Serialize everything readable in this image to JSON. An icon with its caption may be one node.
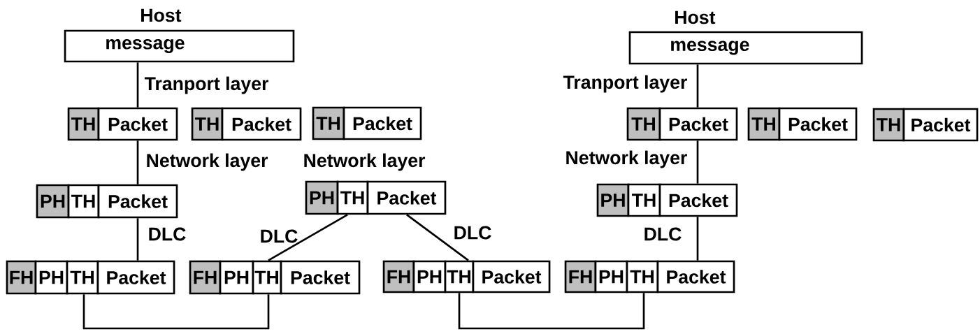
{
  "diagram": {
    "nodes": [
      {
        "text": [
          "message"
        ],
        "beside": [
          "Host"
        ]
      },
      {
        "text": [
          "message"
        ],
        "beside": [
          "Host"
        ]
      },
      {
        "text": [
          "TH"
        ]
      },
      {
        "text": [
          "Packet"
        ]
      },
      {
        "text": [
          "TH"
        ]
      },
      {
        "text": [
          "Packet"
        ]
      },
      {
        "text": [
          "TH"
        ]
      },
      {
        "text": [
          "Packet"
        ]
      },
      {
        "text": [
          "TH"
        ]
      },
      {
        "text": [
          "Packet"
        ]
      },
      {
        "text": [
          "TH"
        ]
      },
      {
        "text": [
          "Packet"
        ]
      },
      {
        "text": [
          "TH"
        ]
      },
      {
        "text": [
          "Packet"
        ]
      },
      {
        "text": [
          "PH"
        ]
      },
      {
        "text": [
          "TH"
        ]
      },
      {
        "text": [
          "Packet"
        ]
      },
      {
        "text": [
          "PH"
        ]
      },
      {
        "text": [
          "TH"
        ]
      },
      {
        "text": [
          "Packet"
        ]
      },
      {
        "text": [
          "PH"
        ]
      },
      {
        "text": [
          "TH"
        ]
      },
      {
        "text": [
          "Packet"
        ]
      },
      {
        "text": [
          "FH"
        ]
      },
      {
        "text": [
          "PH"
        ]
      },
      {
        "text": [
          "TH"
        ]
      },
      {
        "text": [
          "Packet"
        ]
      },
      {
        "text": [
          "FH"
        ]
      },
      {
        "text": [
          "PH"
        ]
      },
      {
        "text": [
          "TH"
        ]
      },
      {
        "text": [
          "Packet"
        ]
      },
      {
        "text": [
          "FH"
        ]
      },
      {
        "text": [
          "PH"
        ]
      },
      {
        "text": [
          "TH"
        ]
      },
      {
        "text": [
          "Packet"
        ]
      },
      {
        "text": [
          "FH"
        ]
      },
      {
        "text": [
          "PH"
        ]
      },
      {
        "text": [
          "TH"
        ]
      },
      {
        "text": [
          "Packet"
        ]
      }
    ],
    "edges": [
      {
        "from": 0,
        "to": 3,
        "arrow": "none",
        "label": "Tranport layer"
      },
      {
        "from": 3,
        "to": 16,
        "arrow": "none",
        "label": "Network layer"
      },
      {
        "from": 16,
        "to": 26,
        "arrow": "none",
        "label": "DLC"
      },
      {
        "from": 25,
        "to": 29,
        "arrow": "none"
      },
      {
        "from": 18,
        "to": 29,
        "arrow": "none",
        "label": "DLC"
      },
      {
        "from": 19,
        "to": 33,
        "arrow": "none",
        "label": "DLC"
      },
      {
        "from": 33,
        "to": 37,
        "arrow": "none"
      },
      {
        "from": 1,
        "to": 9,
        "arrow": "none",
        "label": "Tranport layer"
      },
      {
        "from": 9,
        "to": 22,
        "arrow": "none",
        "label": "Network layer"
      },
      {
        "from": 22,
        "to": 38,
        "arrow": "none",
        "label": "DLC"
      }
    ],
    "labels": [
      "Network layer"
    ]
  }
}
